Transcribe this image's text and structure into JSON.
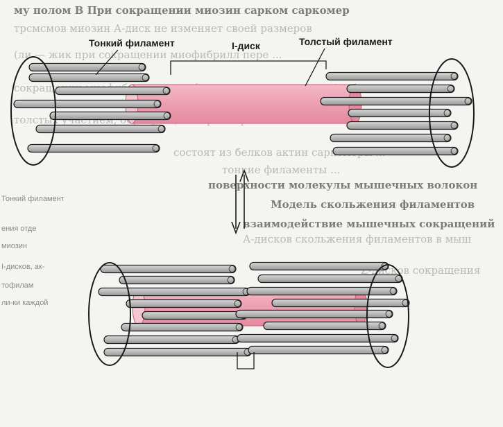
{
  "labels": {
    "thin_filament": "Тонкий филамент",
    "i_disc": "I-диск",
    "thick_filament": "Толстый филамент"
  },
  "background_text": {
    "lines": [
      "му полом   В При сокращении миозин сарком саркомер",
      "трсмсмов миозин А-диск не изменяет своей размеров",
      "(ли — жик при сокращении миофибрилл пере ...",
      "сокращении миофибрилл — миофиламенты, отсутствует А и I",
      "толстых   участием, образующ то саркомер вкл",
      "состоят из белков актин саркомеры ...",
      "тонкие филаменты ...",
      "поверхности молекулы мышечных волокон",
      "Модель скольжения филаментов",
      "взаимодействие мышечных сокращений",
      "А-дисков   скольжения филаментов в мыш",
      "Z-дисков сокращения"
    ],
    "margin_notes": [
      "Тонкий филамент",
      "ения отде",
      "миозин",
      "I-дисков, ак-",
      "тофилам",
      "ли-ки каждой"
    ]
  },
  "colors": {
    "thick_filament": "#ee9fb2",
    "thin_filament": "#bfbfbf",
    "outline": "#1a1a1a"
  },
  "arrows": {
    "description_icons": [
      "arrow-up-icon",
      "arrow-down-icon"
    ]
  }
}
